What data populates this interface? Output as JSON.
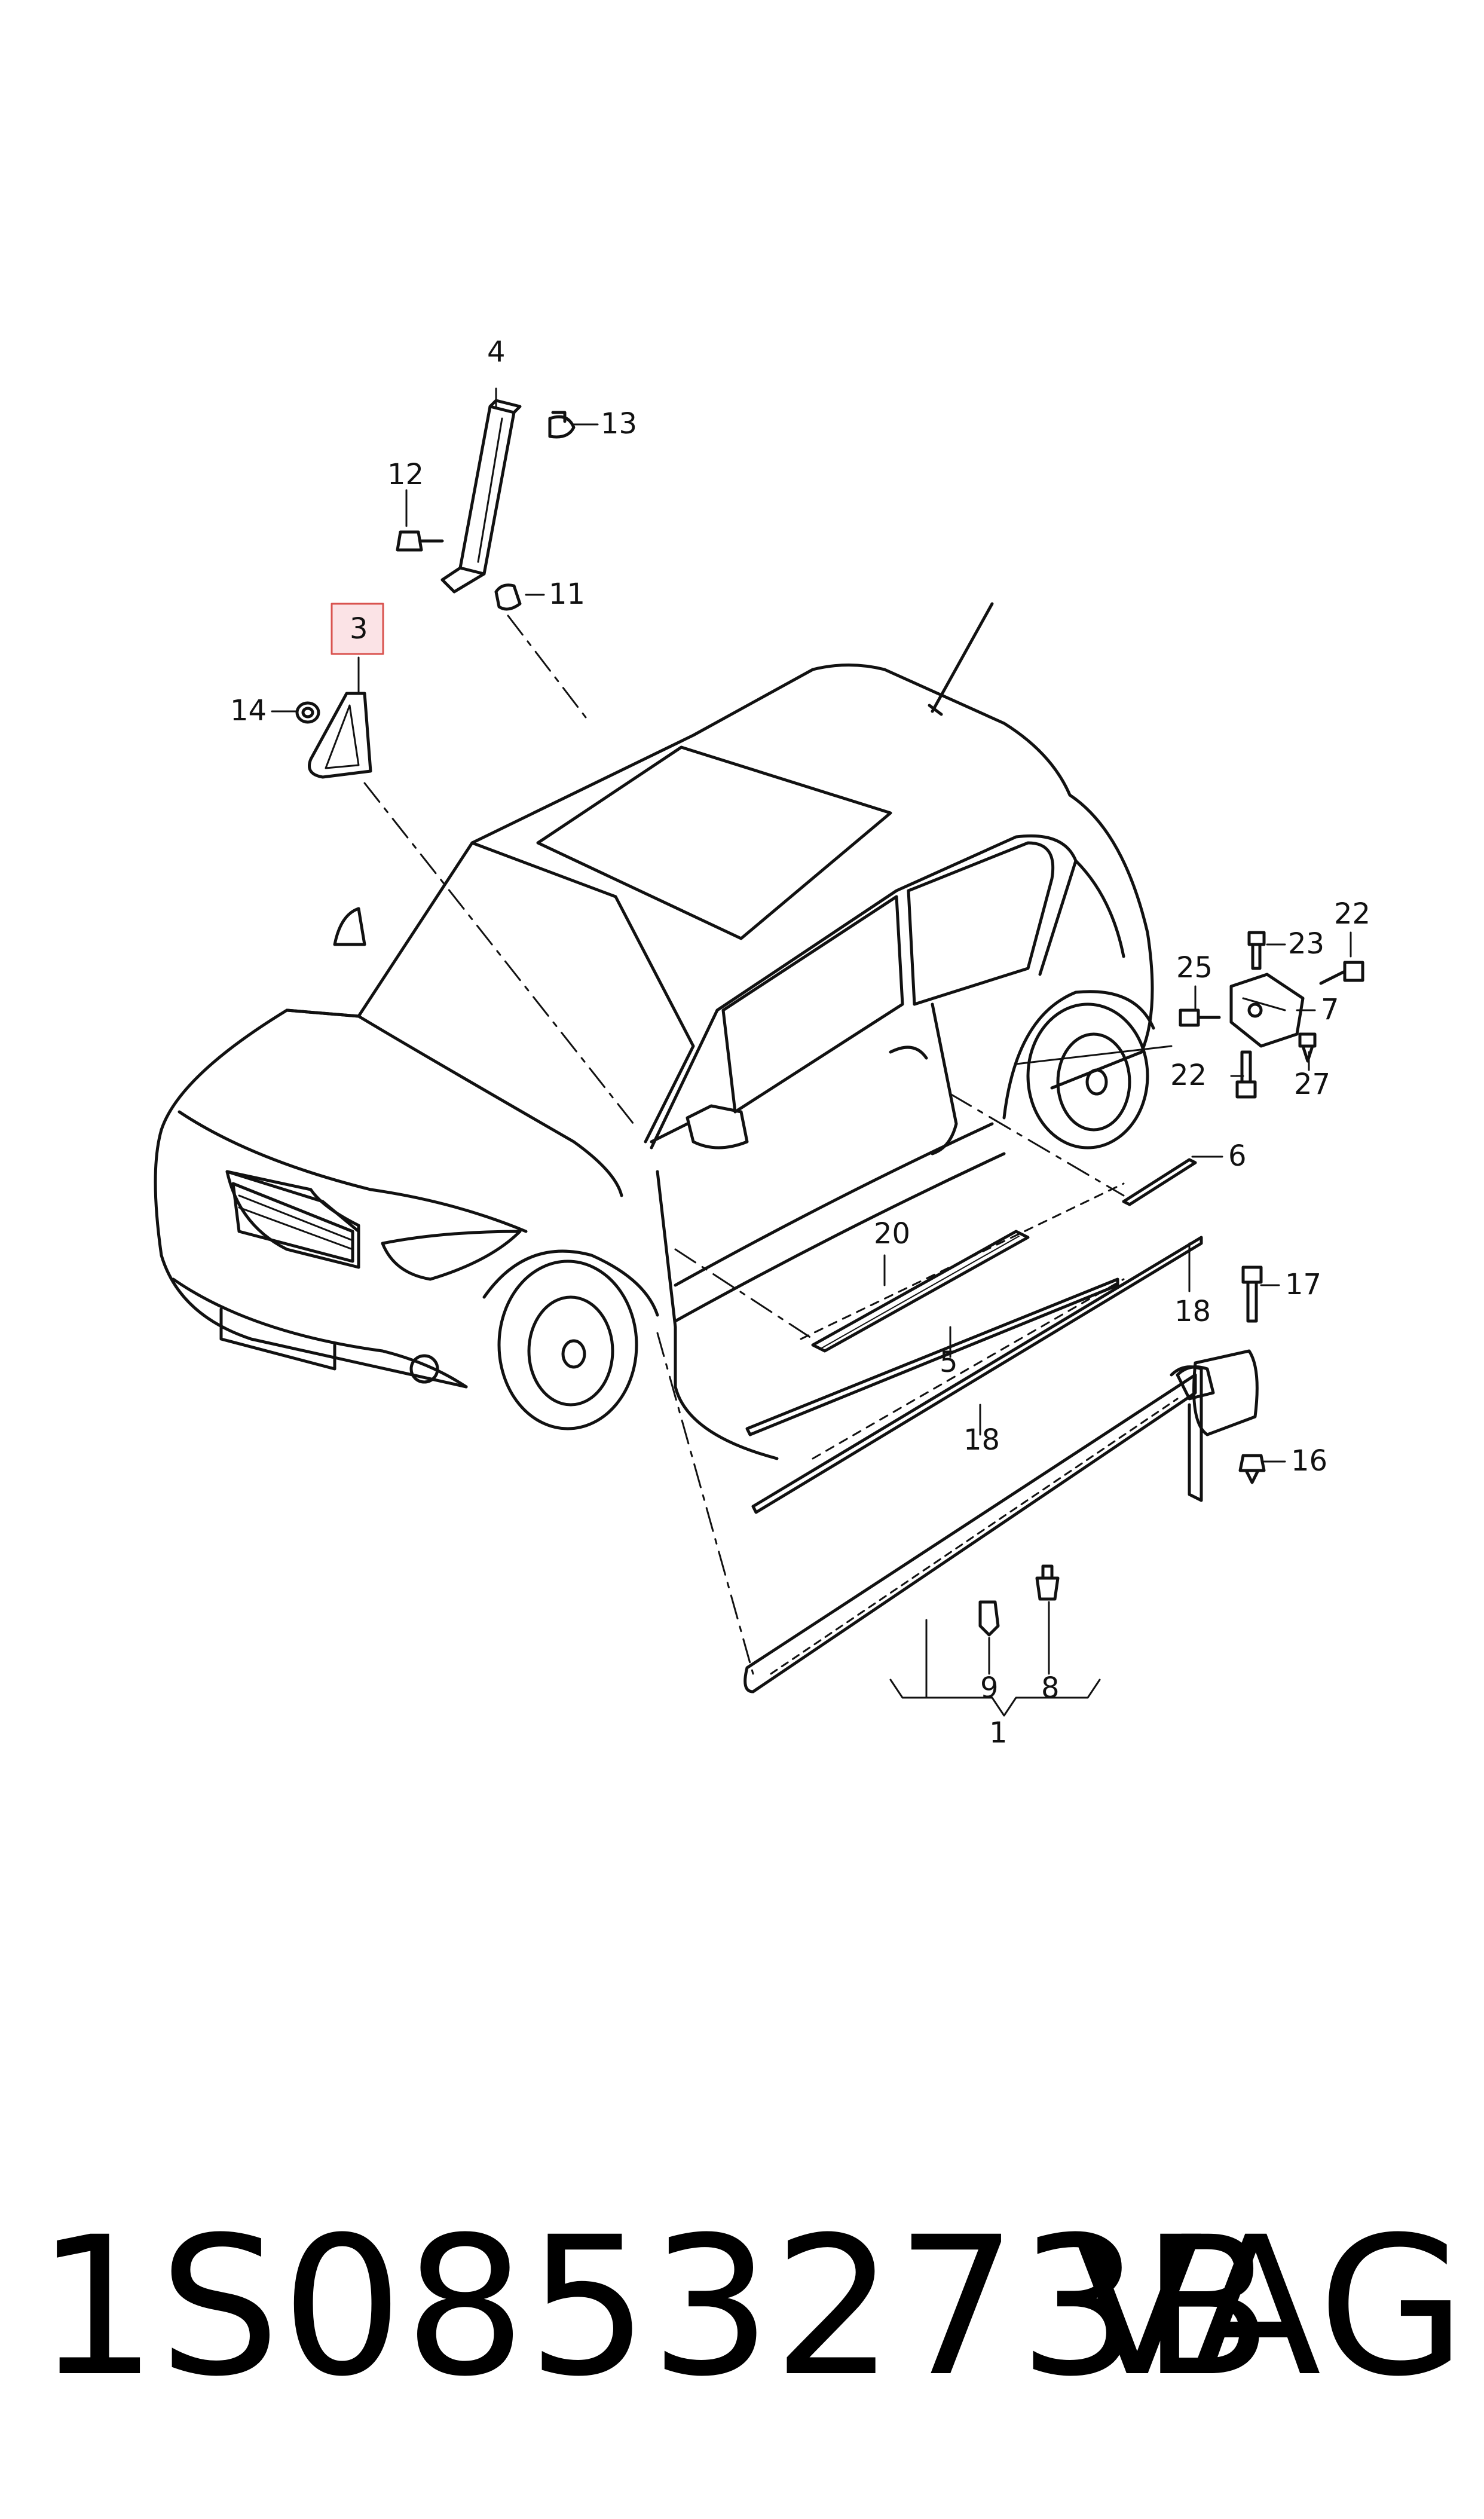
{
  "footer": {
    "part_number": "1S0853273B",
    "brand": "VAG"
  },
  "callouts": {
    "c1": "1",
    "c3": "3",
    "c4": "4",
    "c5": "5",
    "c6": "6",
    "c7": "7",
    "c8": "8",
    "c9": "9",
    "c11": "11",
    "c12": "12",
    "c13": "13",
    "c14": "14",
    "c16": "16",
    "c17": "17",
    "c18a": "18",
    "c18b": "18",
    "c20": "20",
    "c22a": "22",
    "c22b": "22",
    "c23": "23",
    "c25": "25",
    "c27": "27"
  },
  "highlight": {
    "callout": "3",
    "color": "#d9534f",
    "fill": "#fbe3e6"
  }
}
